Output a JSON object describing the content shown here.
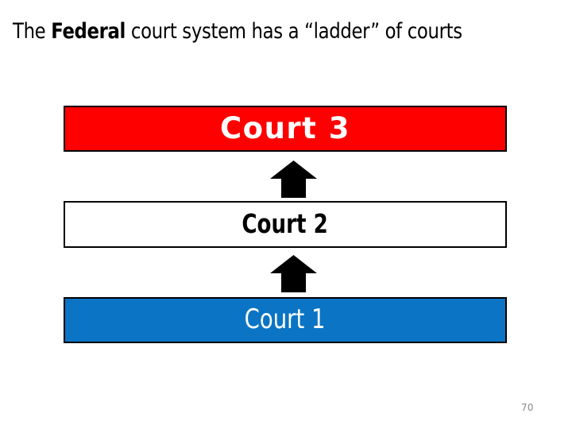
{
  "slide": {
    "title": {
      "prefix": "The ",
      "emphasis": "Federal",
      "suffix": " court system has a “ladder” of courts",
      "full_text": "The Federal court system has a “ladder” of courts"
    },
    "page_number": "70",
    "background_color": "#FFFFFF"
  },
  "ladder": {
    "description": "Three stacked court levels connected by upward arrows",
    "levels": [
      {
        "label": "Court 3",
        "rank": 3,
        "fill_color": "#FF0000",
        "text_color": "#FFFFFF",
        "border_color": "#000000"
      },
      {
        "label": "Court 2",
        "rank": 2,
        "fill_color": "#FFFFFF",
        "text_color": "#000000",
        "border_color": "#000000"
      },
      {
        "label": "Court 1",
        "rank": 1,
        "fill_color": "#0B74C4",
        "text_color": "#FFFFFF",
        "border_color": "#000000"
      }
    ],
    "arrows": [
      {
        "name": "arrow-court1-to-court2",
        "direction": "up",
        "color": "#000000"
      },
      {
        "name": "arrow-court2-to-court3",
        "direction": "up",
        "color": "#000000"
      }
    ]
  }
}
